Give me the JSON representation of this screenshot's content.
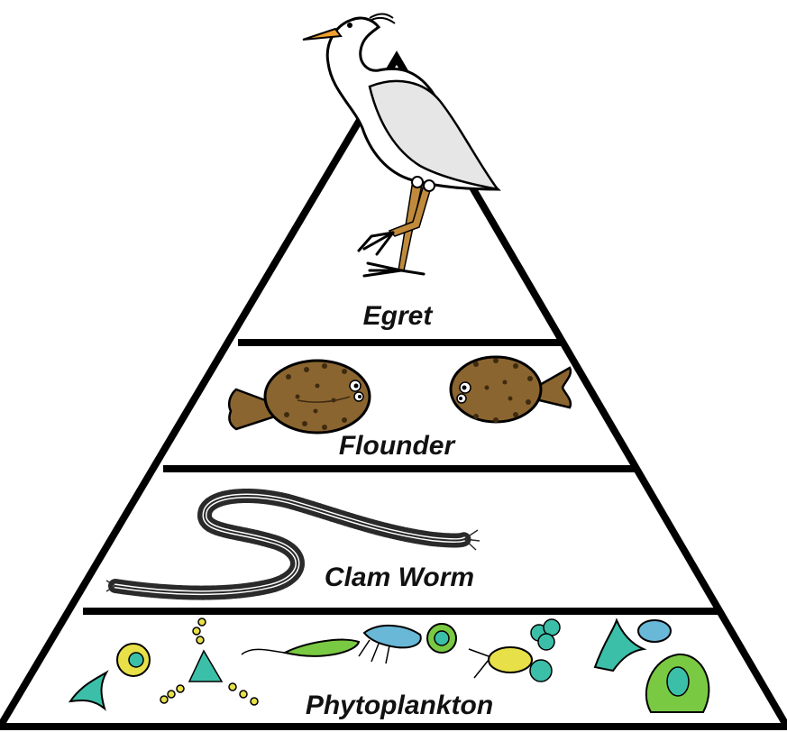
{
  "diagram": {
    "levels": [
      {
        "label": "Egret",
        "organism_icon": "egret-icon"
      },
      {
        "label": "Flounder",
        "organism_icon": "flounder-icon"
      },
      {
        "label": "Clam Worm",
        "organism_icon": "clam-worm-icon"
      },
      {
        "label": "Phytoplankton",
        "organism_icon": "phytoplankton-icon"
      }
    ]
  },
  "colors": {
    "outline": "#000000",
    "egret_body": "#ffffff",
    "egret_wing": "#e6e6e6",
    "egret_beak": "#f0a030",
    "egret_legs": "#c08a3c",
    "flounder_body": "#8b6530",
    "flounder_spots": "#3e2a10",
    "worm": "#2a2a2a",
    "plankton_teal": "#3cbfa8",
    "plankton_yellow": "#e8e048",
    "plankton_green": "#7ac943",
    "plankton_blue": "#6ab8d8"
  }
}
